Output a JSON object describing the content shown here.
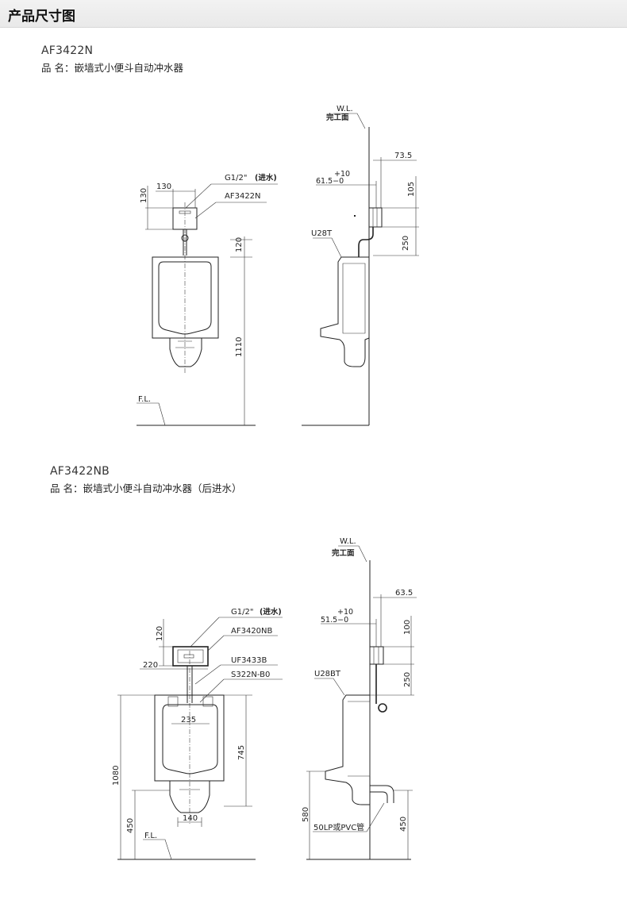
{
  "header": {
    "title": "产品尺寸图"
  },
  "products": [
    {
      "model": "AF3422N",
      "name": "品 名：嵌墙式小便斗自动冲水器",
      "front": {
        "dims": {
          "width": "130",
          "height": "130",
          "pipe": "120",
          "total": "1110"
        },
        "labels": {
          "inlet": "G1/2\"",
          "inlet_note": "(进水)",
          "unit": "AF3422N",
          "floor": "F.L."
        }
      },
      "side": {
        "dims": {
          "depth": "73.5",
          "tol_plus": "+10",
          "tol_base": "61.5−0",
          "h1": "105",
          "h2": "250"
        },
        "labels": {
          "wall": "W.L.",
          "wall_note": "完工面",
          "urinal": "U28T"
        }
      }
    },
    {
      "model": "AF3422NB",
      "name": "品 名：嵌墙式小便斗自动冲水器（后进水）",
      "front": {
        "dims": {
          "height": "120",
          "width": "220",
          "inner": "235",
          "center": "140",
          "h745": "745",
          "total": "1080",
          "floor_h": "450"
        },
        "labels": {
          "inlet": "G1/2\"",
          "inlet_note": "(进水)",
          "unit": "AF3420NB",
          "part1": "UF3433B",
          "part2": "S322N-B0",
          "floor": "F.L."
        }
      },
      "side": {
        "dims": {
          "depth": "63.5",
          "tol_plus": "+10",
          "tol_base": "51.5−0",
          "h1": "100",
          "h2": "250",
          "h580": "580",
          "h450": "450"
        },
        "labels": {
          "wall": "W.L.",
          "wall_note": "完工面",
          "urinal": "U28BT",
          "drain": "50LP或PVC管"
        }
      }
    }
  ]
}
